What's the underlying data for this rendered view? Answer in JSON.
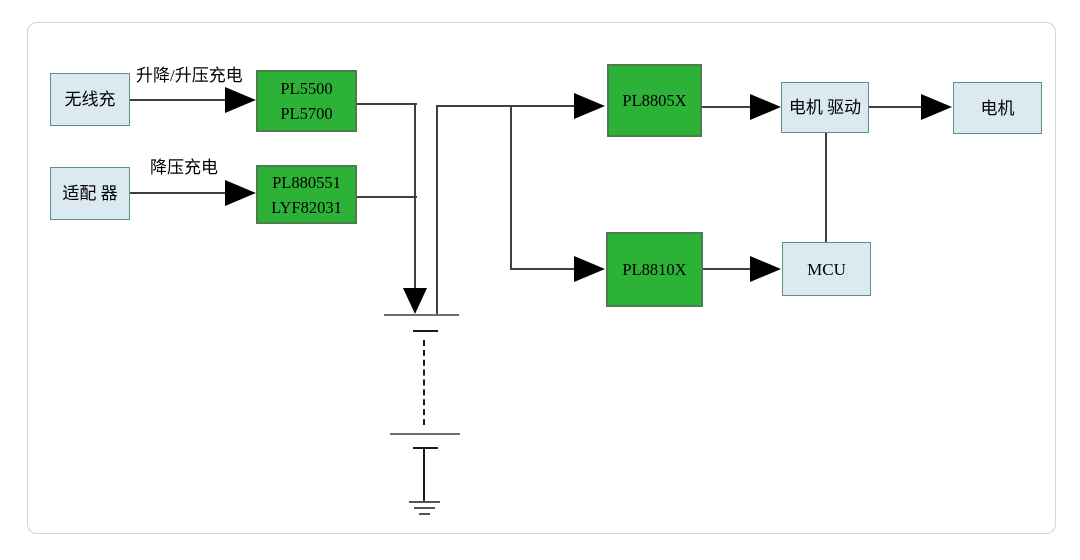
{
  "nodes": {
    "wireless_charger": {
      "label": "无线充"
    },
    "adapter": {
      "label": "适配 器"
    },
    "pl5500": {
      "line1": "PL5500",
      "line2": "PL5700"
    },
    "pl880551": {
      "line1": "PL880551",
      "line2": "LYF82031"
    },
    "pl8805x": {
      "label": "PL8805X"
    },
    "pl8810x": {
      "label": "PL8810X"
    },
    "motor_drive": {
      "label": "电机 驱动"
    },
    "motor": {
      "label": "电机"
    },
    "mcu": {
      "label": "MCU"
    }
  },
  "edge_labels": {
    "buck_boost_charge": "升降/升压充电",
    "buck_charge": "降压充电"
  },
  "symbols": {
    "battery": "multi-cell-battery-symbol",
    "ground": "earth-ground-symbol"
  },
  "colors": {
    "chip_fill": "#2cb236",
    "chip_border": "#4d7d4f",
    "io_fill": "#dbeaf0",
    "io_border": "#5f8c8c",
    "connector": "#3f3f3f",
    "arrow": "#000000",
    "frame_border": "#d4d4d4",
    "background": "#ffffff"
  }
}
